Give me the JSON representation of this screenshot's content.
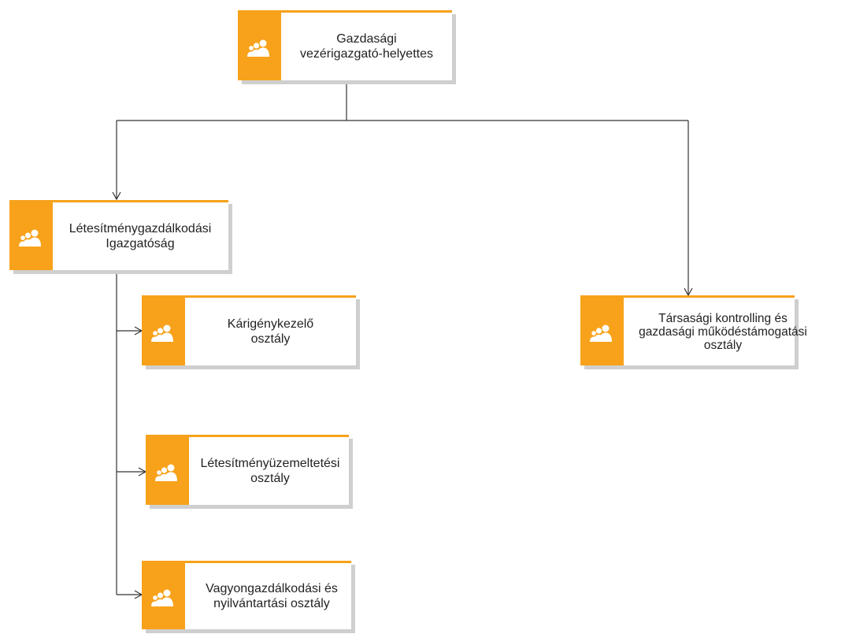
{
  "diagram": {
    "colors": {
      "accent": "#f7a21a",
      "shadow": "#cfcfcf",
      "connector": "#333333",
      "text": "#222222"
    },
    "icon": "group-of-people-icon",
    "nodes": {
      "root": {
        "label": "Gazdasági\nvezérigazgató-helyettes"
      },
      "facility": {
        "label": "Létesítménygazdálkodási\nIgazgatóság"
      },
      "claims": {
        "label": "Kárigénykezelő\nosztály"
      },
      "operations": {
        "label": "Létesítményüzemeltetési\nosztály"
      },
      "assets": {
        "label": "Vagyongazdálkodási és\nnyilvántartási osztály"
      },
      "controlling": {
        "label": "Társasági kontrolling és\ngazdasági működéstámogatási\nosztály"
      }
    },
    "edges": [
      {
        "from": "root",
        "to": "facility"
      },
      {
        "from": "root",
        "to": "controlling"
      },
      {
        "from": "facility",
        "to": "claims"
      },
      {
        "from": "facility",
        "to": "operations"
      },
      {
        "from": "facility",
        "to": "assets"
      }
    ]
  }
}
